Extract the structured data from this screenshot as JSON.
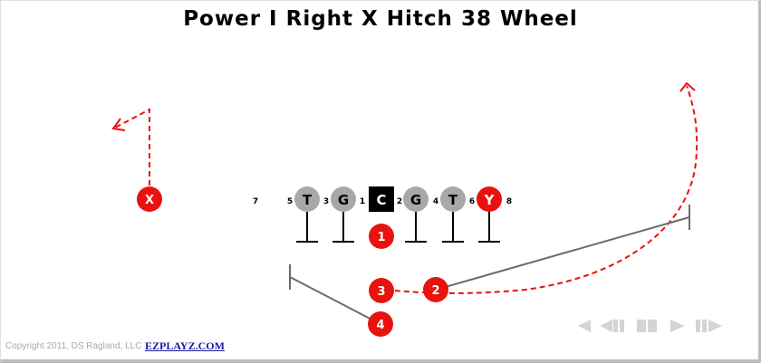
{
  "title": "Power I Right X Hitch 38 Wheel",
  "players": {
    "x": "X",
    "t_left": "T",
    "g_left": "G",
    "c": "C",
    "g_right": "G",
    "t_right": "T",
    "y": "Y",
    "p1": "1",
    "p2": "2",
    "p3": "3",
    "p4": "4"
  },
  "holes": {
    "h7": "7",
    "h5": "5",
    "h3": "3",
    "h1": "1",
    "h2": "2",
    "h4": "4",
    "h6": "6",
    "h8": "8"
  },
  "footer": {
    "copyright": "Copyright 2011, DS Ragland, LLC",
    "brand": "EZPLAYZ.COM"
  },
  "colors": {
    "red": "#e8120e",
    "gray": "#a8a8a8",
    "black": "#000000",
    "route": "#e8120e",
    "block": "#6b6b6b"
  },
  "icons": [
    "rewind-icon",
    "back-icon",
    "pause-icon",
    "play-icon",
    "forward-icon"
  ]
}
